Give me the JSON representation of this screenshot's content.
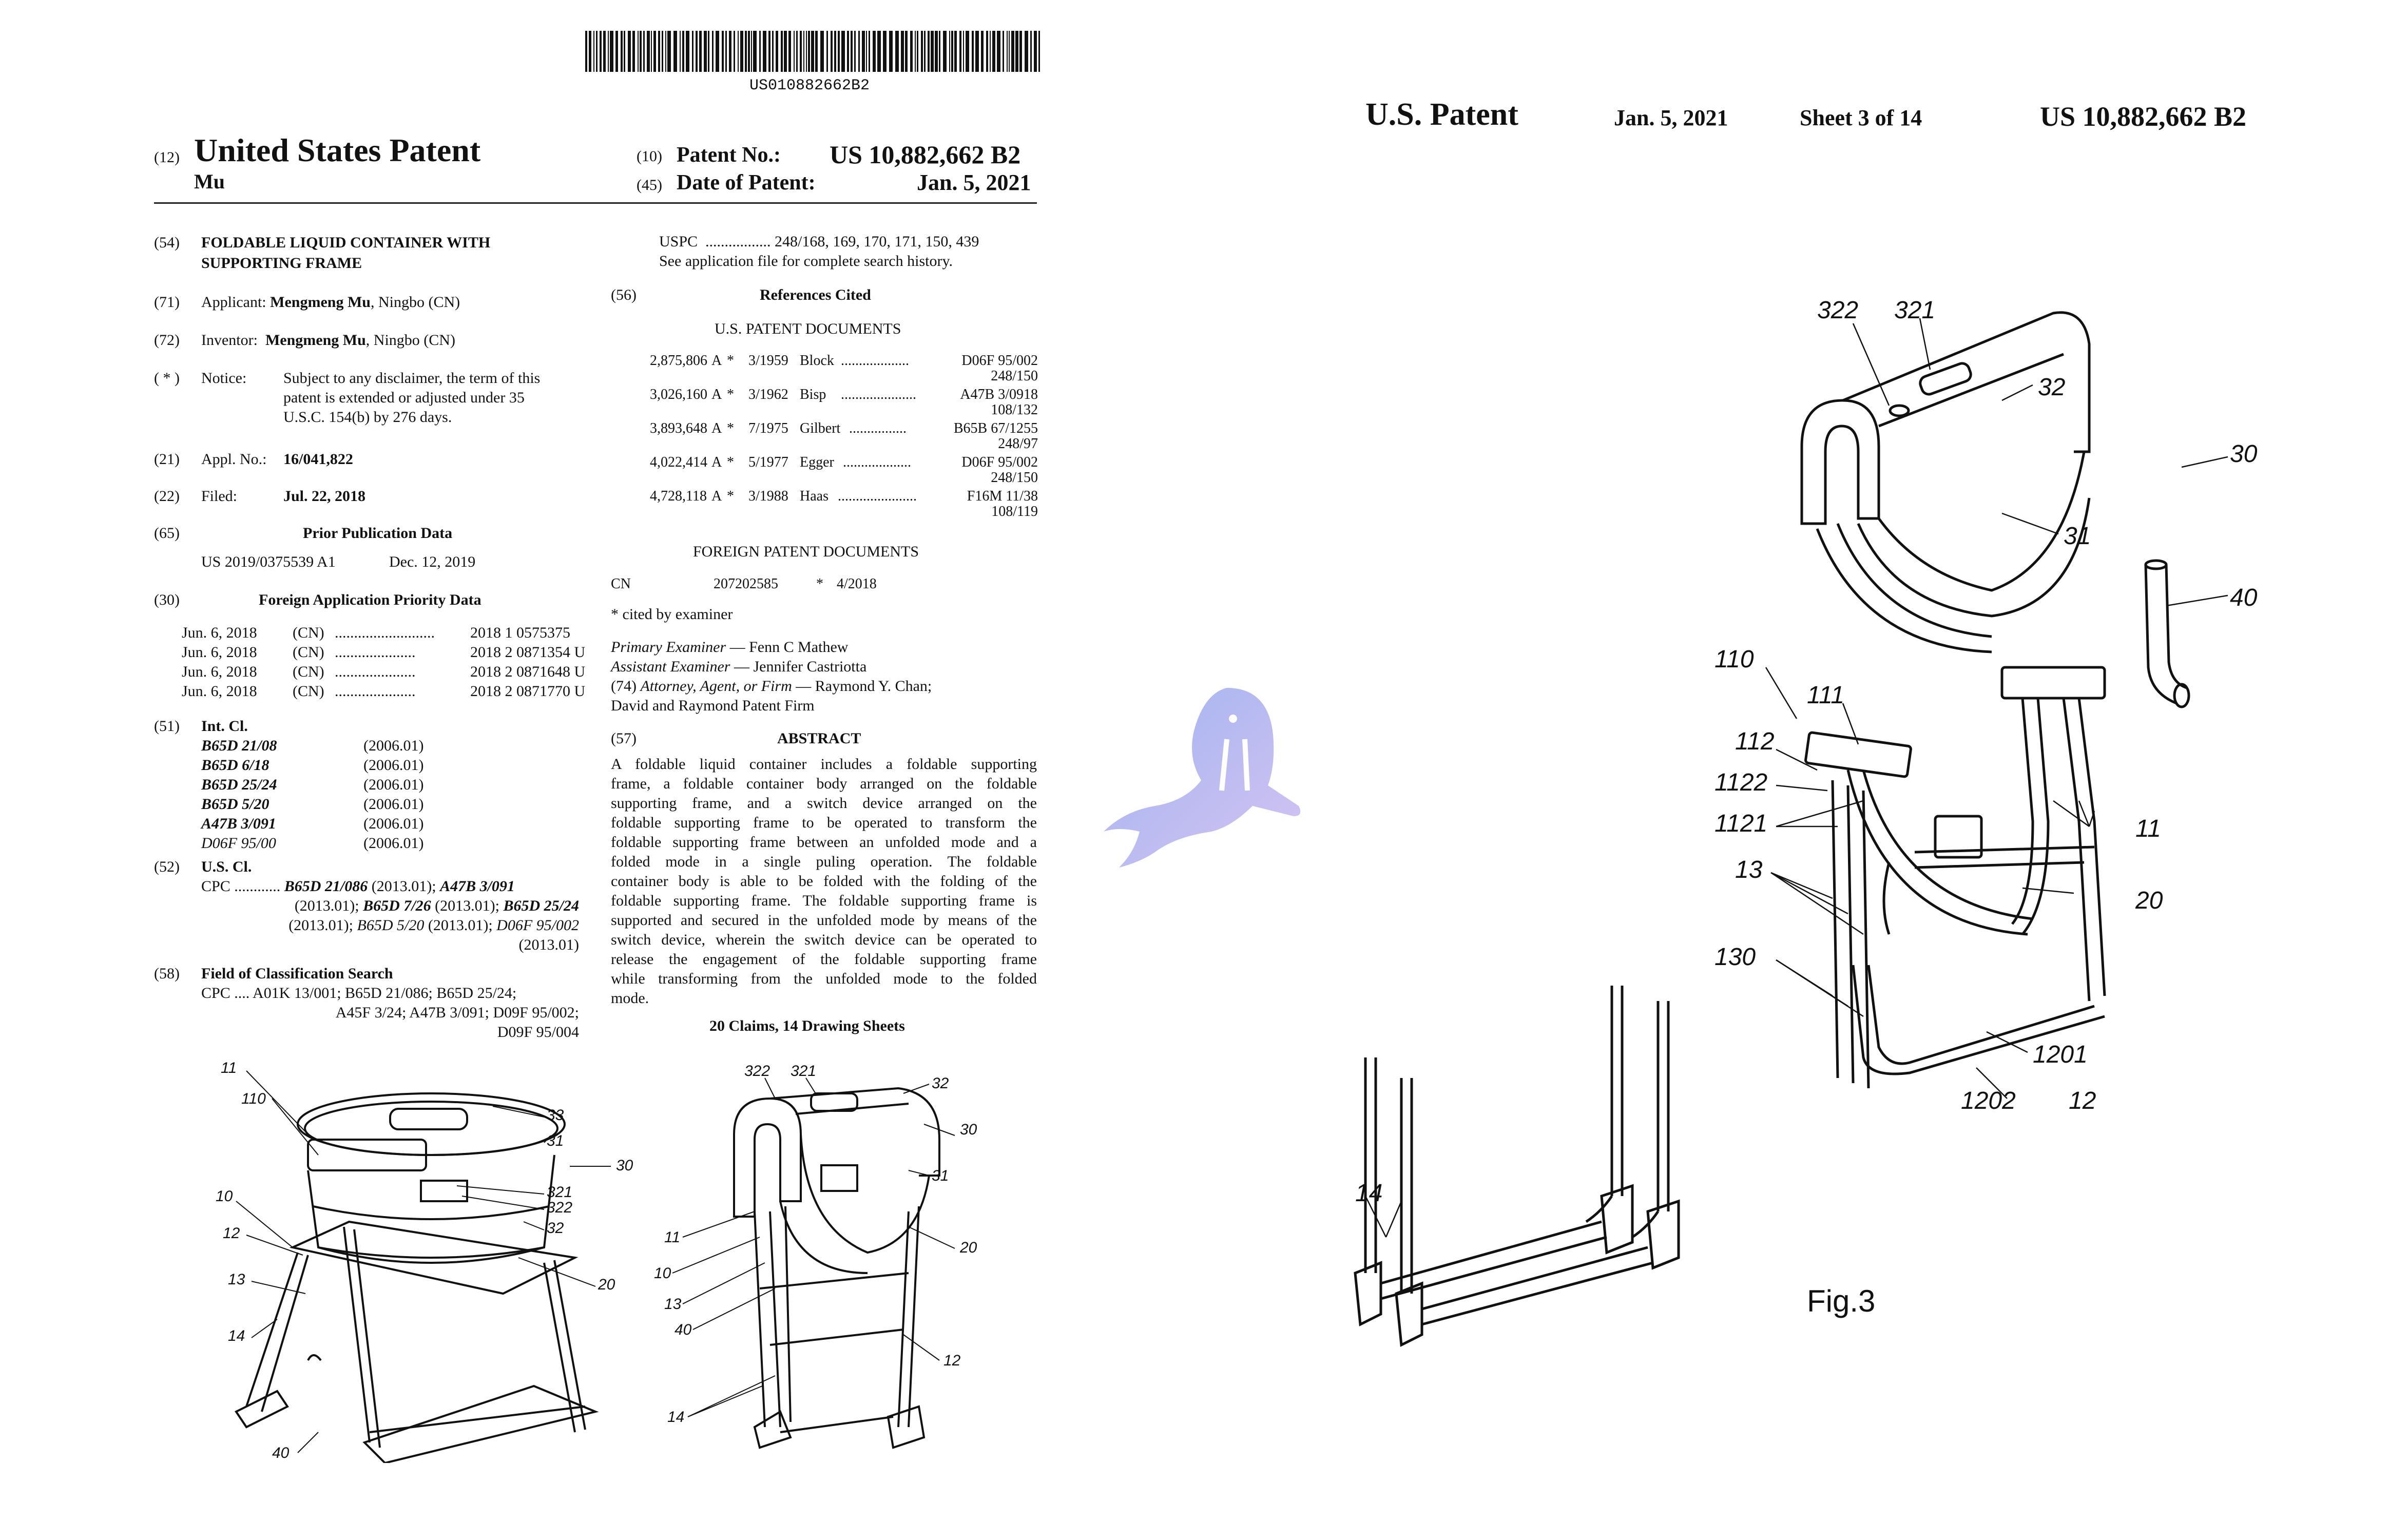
{
  "barcode": {
    "text": "US010882662B2"
  },
  "front": {
    "kind_num": "(12)",
    "title": "United States Patent",
    "inventor_short": "Mu",
    "patent_no_num": "(10)",
    "patent_no_label": "Patent No.:",
    "patent_no": "US 10,882,662 B2",
    "date_num": "(45)",
    "date_label": "Date of Patent:",
    "date": "Jan. 5, 2021"
  },
  "biblio": {
    "f54": {
      "num": "(54)",
      "text1": "FOLDABLE LIQUID CONTAINER WITH",
      "text2": "SUPPORTING FRAME"
    },
    "f71": {
      "num": "(71)",
      "label": "Applicant:",
      "name": "Mengmeng Mu",
      "place": ", Ningbo (CN)"
    },
    "f72": {
      "num": "(72)",
      "label": "Inventor:",
      "name": "Mengmeng Mu",
      "place": ", Ningbo (CN)"
    },
    "notice": {
      "num": "( * )",
      "label": "Notice:",
      "l1": "Subject to any disclaimer, the term of this",
      "l2": "patent is extended or adjusted under 35",
      "l3": "U.S.C. 154(b) by 276 days."
    },
    "f21": {
      "num": "(21)",
      "label": "Appl. No.:",
      "value": "16/041,822"
    },
    "f22": {
      "num": "(22)",
      "label": "Filed:",
      "value": "Jul. 22, 2018"
    },
    "f65": {
      "num": "(65)",
      "heading": "Prior Publication Data",
      "pub": "US 2019/0375539 A1",
      "pubdate": "Dec. 12, 2019"
    },
    "f30": {
      "num": "(30)",
      "heading": "Foreign Application Priority Data",
      "rows": [
        {
          "date": "Jun. 6, 2018",
          "cc": "(CN)",
          "dots": "..........................",
          "no": "2018 1 0575375"
        },
        {
          "date": "Jun. 6, 2018",
          "cc": "(CN)",
          "dots": ".....................",
          "no": "2018 2 0871354 U"
        },
        {
          "date": "Jun. 6, 2018",
          "cc": "(CN)",
          "dots": ".....................",
          "no": "2018 2 0871648 U"
        },
        {
          "date": "Jun. 6, 2018",
          "cc": "(CN)",
          "dots": ".....................",
          "no": "2018 2 0871770 U"
        }
      ]
    },
    "f51": {
      "num": "(51)",
      "heading": "Int. Cl.",
      "rows": [
        {
          "code": "B65D 21/08",
          "ver": "(2006.01)"
        },
        {
          "code": "B65D 6/18",
          "ver": "(2006.01)"
        },
        {
          "code": "B65D 25/24",
          "ver": "(2006.01)"
        },
        {
          "code": "B65D 5/20",
          "ver": "(2006.01)"
        },
        {
          "code": "A47B 3/091",
          "ver": "(2006.01)"
        },
        {
          "code": "D06F 95/00",
          "ver": "(2006.01)"
        }
      ]
    },
    "f52": {
      "num": "(52)",
      "heading": "U.S. Cl.",
      "l1a": "CPC ............",
      "l1b": "B65D 21/086",
      "l1c": "(2013.01);",
      "l1d": "A47B 3/091",
      "l2a": "(2013.01);",
      "l2b": "B65D 7/26",
      "l2c": "(2013.01);",
      "l2d": "B65D 25/24",
      "l3a": "(2013.01);",
      "l3b": "B65D 5/20",
      "l3c": "(2013.01);",
      "l3d": "D06F 95/002",
      "l4": "(2013.01)"
    },
    "f58": {
      "num": "(58)",
      "heading": "Field of Classification Search",
      "l1": "CPC .... A01K 13/001; B65D 21/086; B65D 25/24;",
      "l2": "A45F 3/24; A47B 3/091; D09F 95/002;",
      "l3": "D09F 95/004"
    }
  },
  "right_col": {
    "uspc_label": "USPC",
    "uspc_dots": ".................",
    "uspc_value": "248/168, 169, 170, 171, 150, 439",
    "see_app": "See application file for complete search history.",
    "refs_num": "(56)",
    "refs_heading": "References Cited",
    "us_docs": "U.S. PATENT DOCUMENTS",
    "us_rows": [
      {
        "no": "2,875,806",
        "a": "A",
        "star": "*",
        "date": "3/1959",
        "name": "Block",
        "dots": "...................",
        "cls": "D06F 95/002",
        "cls2": "248/150"
      },
      {
        "no": "3,026,160",
        "a": "A",
        "star": "*",
        "date": "3/1962",
        "name": "Bisp",
        "dots": ".....................",
        "cls": "A47B 3/0918",
        "cls2": "108/132"
      },
      {
        "no": "3,893,648",
        "a": "A",
        "star": "*",
        "date": "7/1975",
        "name": "Gilbert",
        "dots": "................",
        "cls": "B65B 67/1255",
        "cls2": "248/97"
      },
      {
        "no": "4,022,414",
        "a": "A",
        "star": "*",
        "date": "5/1977",
        "name": "Egger",
        "dots": "...................",
        "cls": "D06F 95/002",
        "cls2": "248/150"
      },
      {
        "no": "4,728,118",
        "a": "A",
        "star": "*",
        "date": "3/1988",
        "name": "Haas",
        "dots": "......................",
        "cls": "F16M 11/38",
        "cls2": "108/119"
      }
    ],
    "foreign_docs": "FOREIGN PATENT DOCUMENTS",
    "foreign_row": {
      "cc": "CN",
      "no": "207202585",
      "star": "*",
      "date": "4/2018"
    },
    "cited": "* cited by examiner",
    "primary_label": "Primary Examiner",
    "primary": " — Fenn C Mathew",
    "assistant_label": "Assistant Examiner",
    "assistant": " — Jennifer Castriotta",
    "attorney_num": "(74)",
    "attorney_label": "Attorney, Agent, or Firm",
    "attorney": " — Raymond Y. Chan;",
    "attorney2": "David and Raymond Patent Firm",
    "abstract_num": "(57)",
    "abstract_heading": "ABSTRACT",
    "abstract_lines": [
      "A foldable liquid container includes a foldable supporting",
      "frame, a foldable container body arranged on the foldable",
      "supporting frame, and a switch device arranged on the",
      "foldable supporting frame to be operated to transform the",
      "foldable supporting frame between an unfolded mode and a",
      "folded mode in a single puling operation. The foldable",
      "container body is able to be folded with the folding of the",
      "foldable supporting frame. The foldable supporting frame is",
      "supported and secured in the unfolded mode by means of the",
      "switch device, wherein the switch device can be operated to",
      "release the engagement of the foldable supporting frame",
      "while transforming from the unfolded mode to the folded",
      "mode."
    ],
    "claims": "20 Claims, 14 Drawing Sheets"
  },
  "front_fig_a_labels": {
    "l11": "11",
    "l110": "110",
    "l10": "10",
    "l12": "12",
    "l13": "13",
    "l14": "14",
    "l40": "40",
    "l33": "33",
    "l31": "31",
    "l30": "30",
    "l321": "321",
    "l322": "322",
    "l32": "32",
    "l20": "20"
  },
  "front_fig_b_labels": {
    "l322": "322",
    "l321": "321",
    "l32": "32",
    "l30": "30",
    "l31": "31",
    "l11": "11",
    "l10": "10",
    "l13": "13",
    "l40": "40",
    "l20": "20",
    "l12": "12",
    "l14": "14"
  },
  "sheet": {
    "header_left": "U.S. Patent",
    "header_date": "Jan. 5, 2021",
    "header_sheet": "Sheet 3 of 14",
    "header_no": "US 10,882,662 B2",
    "labels": {
      "l322": "322",
      "l321": "321",
      "l32": "32",
      "l30": "30",
      "l31": "31",
      "l40": "40",
      "l110": "110",
      "l111": "111",
      "l112": "112",
      "l1122": "1122",
      "l1121": "1121",
      "l13": "13",
      "l130": "130",
      "l11": "11",
      "l20": "20",
      "l1201": "1201",
      "l1202": "1202",
      "l12": "12",
      "l14": "14"
    },
    "fig_caption": "Fig.3"
  }
}
